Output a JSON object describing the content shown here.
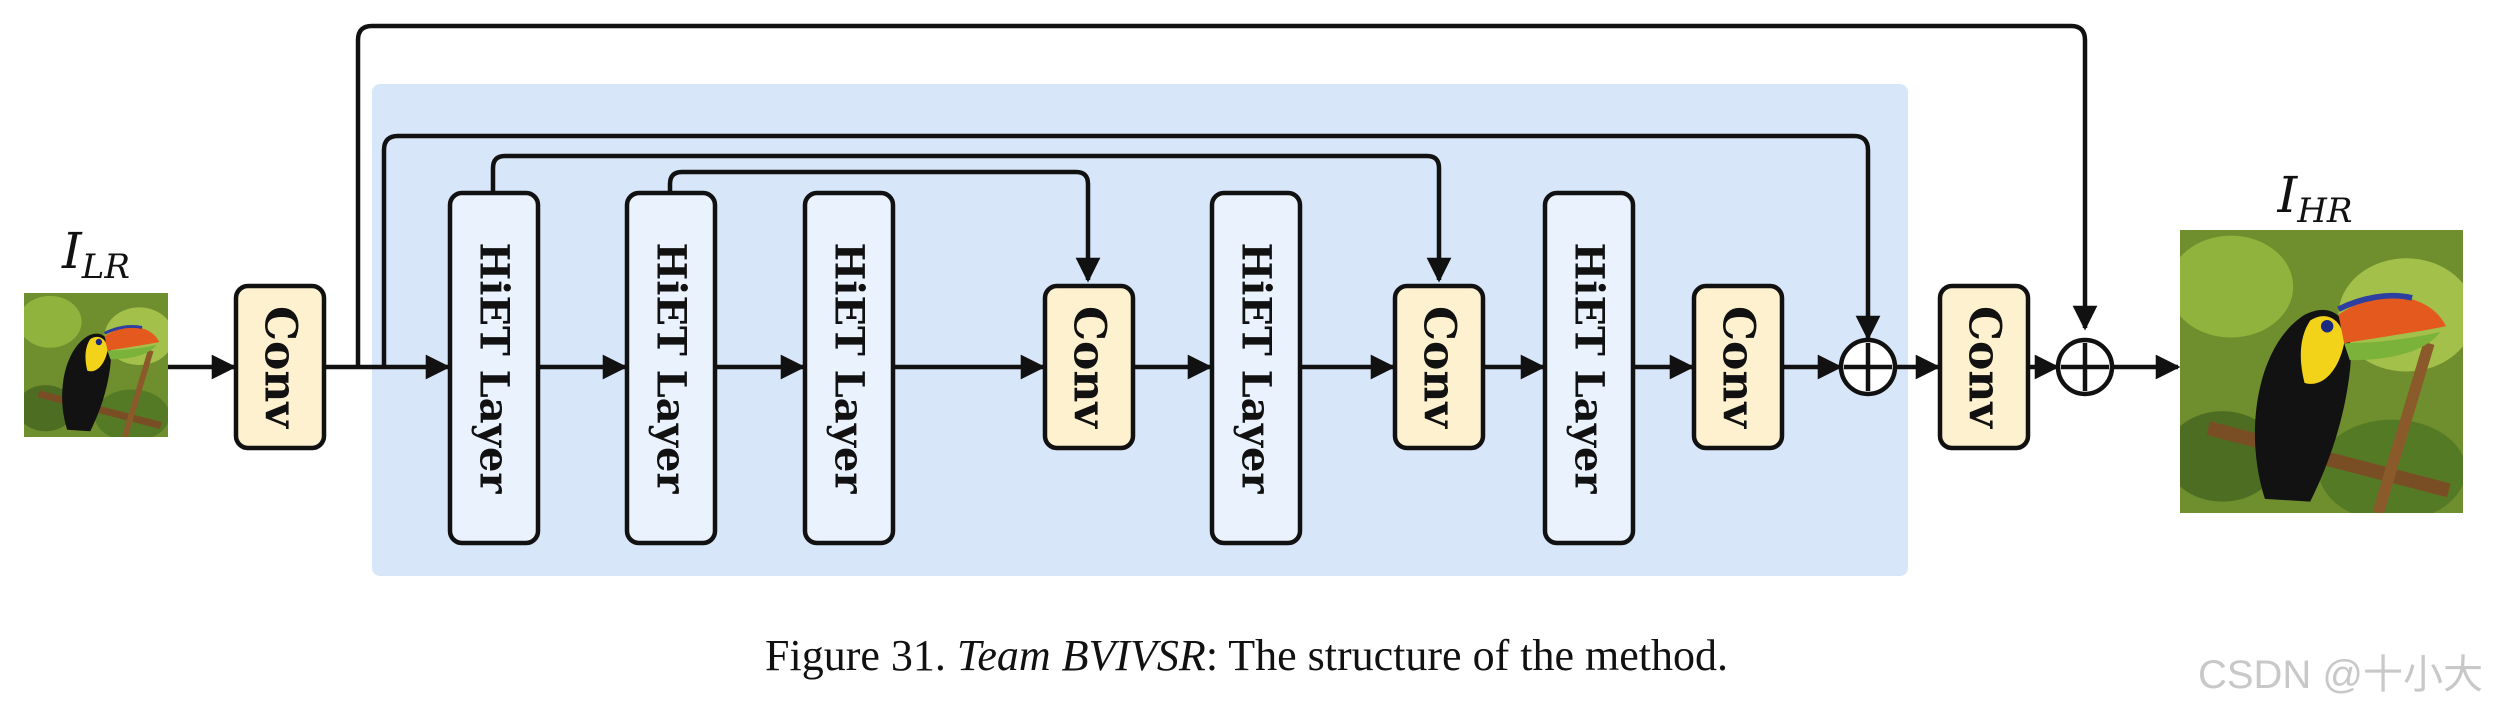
{
  "diagram": {
    "input_label": {
      "symbol": "I",
      "subscript": "LR"
    },
    "output_label": {
      "symbol": "I",
      "subscript": "HR"
    },
    "blocks": [
      {
        "id": "conv_in",
        "label": "Conv"
      },
      {
        "id": "hiet_1",
        "label": "HiET Layer"
      },
      {
        "id": "hiet_2",
        "label": "HiET Layer"
      },
      {
        "id": "hiet_3",
        "label": "HiET Layer"
      },
      {
        "id": "conv_1",
        "label": "Conv"
      },
      {
        "id": "hiet_4",
        "label": "HiET Layer"
      },
      {
        "id": "conv_2",
        "label": "Conv"
      },
      {
        "id": "hiet_5",
        "label": "HiET Layer"
      },
      {
        "id": "conv_3",
        "label": "Conv"
      },
      {
        "id": "conv_out",
        "label": "Conv"
      }
    ],
    "colors": {
      "conv_fill": "#fdf1cf",
      "hiet_fill": "#eaf3fd",
      "panel_fill": "#d7e6f9",
      "stroke": "#111111"
    }
  },
  "caption": {
    "prefix": "Figure 31. ",
    "team": "Team BVIVSR",
    "suffix": ": The structure of the method."
  },
  "watermark": "CSDN @十小大"
}
